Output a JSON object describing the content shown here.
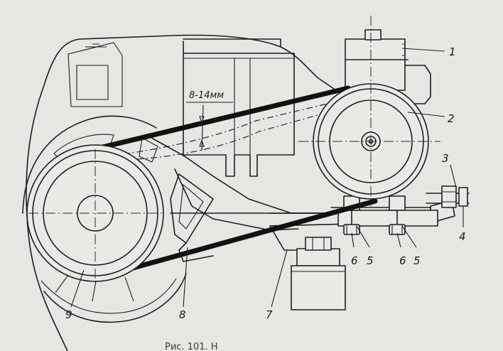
{
  "figure": {
    "part_labels": [
      "1",
      "2",
      "3",
      "4",
      "5",
      "5",
      "6",
      "6",
      "7",
      "8",
      "9"
    ],
    "dimension_label": "8-14мм",
    "caption_fragment": "Рис. 101. Н"
  }
}
